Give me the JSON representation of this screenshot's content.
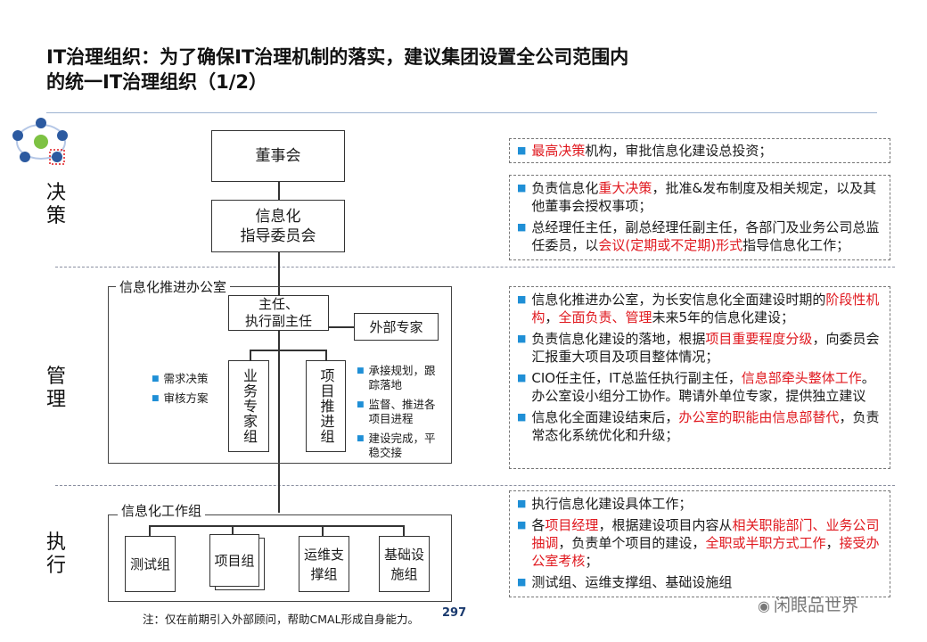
{
  "title": {
    "line1": "IT治理组织：为了确保IT治理机制的落实，建议集团设置全公司范围内",
    "line2": "的统一IT治理组织（1/2）"
  },
  "stages": {
    "decision": "决策",
    "management": "管理",
    "execution": "执行"
  },
  "org": {
    "board": "董事会",
    "committee_line1": "信息化",
    "committee_line2": "指导委员会",
    "office_label": "信息化推进办公室",
    "director_line1": "主任、",
    "director_line2": "执行副主任",
    "external": "外部专家",
    "business_group": "业务专家组",
    "project_group": "项目推进组",
    "left_items": [
      "需求决策",
      "审核方案"
    ],
    "right_items": [
      "承接规划，跟踪落地",
      "监督、推进各项目进程",
      "建设完成，平稳交接"
    ],
    "workgroup_label": "信息化工作组",
    "test_group": "测试组",
    "project_team": "项目组",
    "ops_line1": "运维支",
    "ops_line2": "撑组",
    "infra_line1": "基础设",
    "infra_line2": "施组"
  },
  "notes": {
    "n1": {
      "red": "最高决策",
      "rest": "机构，审批信息化建设总投资；"
    },
    "n2": [
      {
        "a": "负责信息化",
        "red": "重大决策",
        "b": "，批准&发布制度及相关规定，以及其他董事会授权事项；"
      },
      {
        "a": "总经理任主任，副总经理任副主任，各部门及业务公司总监任委员，以",
        "red": "会议(定期或不定期)形式",
        "b": "指导信息化工作；"
      }
    ],
    "n3": [
      {
        "a": "信息化推进办公室，为长安信息化全面建设时期的",
        "red": "阶段性机构",
        "b": "，",
        "red2": "全面负责、管理",
        "c": "未来5年的信息化建设；"
      },
      {
        "a": "负责信息化建设的落地，根据",
        "red": "项目重要程度分级",
        "b": "，向委员会汇报重大项目及项目整体情况；"
      },
      {
        "a": "CIO任主任，IT总监任执行副主任，",
        "red": "信息部牵头整体工作",
        "b": "。办公室设小组分工协作。聘请外单位专家，提供独立建议"
      },
      {
        "a": "信息化全面建设结束后，",
        "red": "办公室的职能由信息部替代",
        "b": "，负责常态化系统优化和升级；"
      }
    ],
    "n4": [
      {
        "a": "执行信息化建设具体工作；"
      },
      {
        "a": "各",
        "red": "项目经理",
        "b": "，根据建设项目内容从",
        "red2": "相关职能部门、业务公司抽调",
        "c": "，负责单个项目的建设，",
        "red3": "全职或半职方式工作",
        "d": "，",
        "red4": "接受办公室考核",
        "e": "；"
      },
      {
        "a": "测试组、运维支撑组、基础设施组"
      }
    ]
  },
  "footer": "注：仅在前期引入外部顾问，帮助CMAL形成自身能力。",
  "page_number": "297",
  "watermark": "闲眼品世界",
  "colors": {
    "accent_red": "#e0191f",
    "bullet_blue": "#1f8fd6",
    "rule_blue": "#9db3d1"
  }
}
